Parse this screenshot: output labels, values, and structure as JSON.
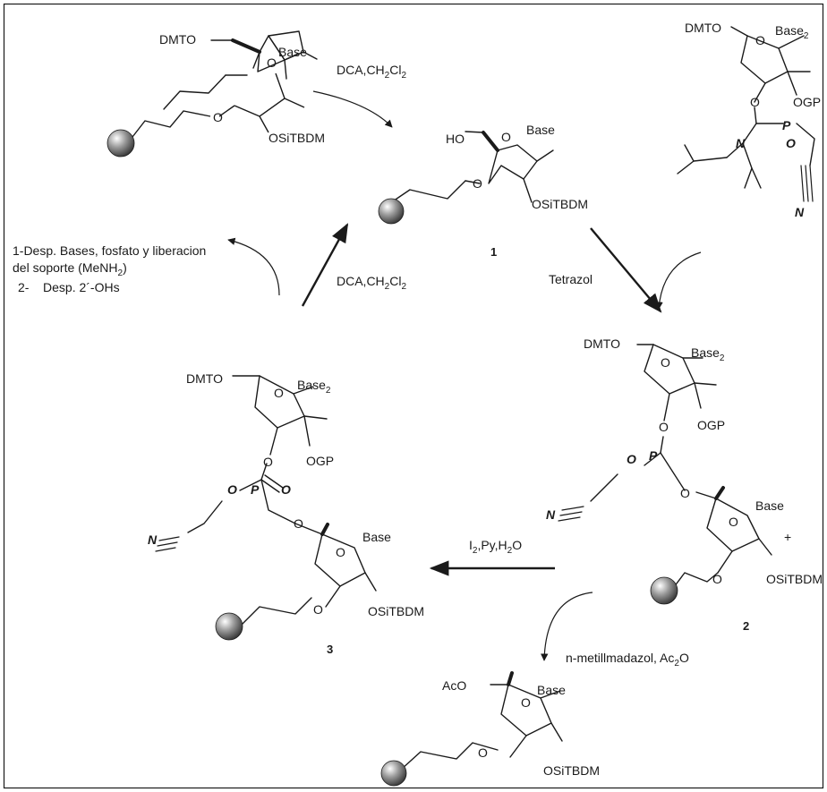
{
  "labels": {
    "dmto": "DMTO",
    "base": "Base",
    "base2_main": "Base",
    "base2_sub": "2",
    "osi": "OSiTBDM",
    "ho": "HO",
    "o": "O",
    "ogp": "OGP",
    "p": "P",
    "n": "N",
    "aco": "AcO",
    "plus": "+"
  },
  "compounds": {
    "c1": "1",
    "c2": "2",
    "c3": "3"
  },
  "reagents": {
    "dca_top": {
      "main": "DCA,CH",
      "sub1": "2",
      "mid": "Cl",
      "sub2": "2"
    },
    "dca_mid": {
      "main": "DCA,CH",
      "sub1": "2",
      "mid": "Cl",
      "sub2": "2"
    },
    "tetrazol": "Tetrazol",
    "iodine": {
      "i": "I",
      "isub": "2",
      "rest": ",Py,H",
      "hsub": "2",
      "end": "O"
    },
    "capping": {
      "main": "n-metillmadazol, Ac",
      "sub": "2",
      "end": "O"
    }
  },
  "deprotection": {
    "line1": "1-Desp. Bases, fosfato y liberacion",
    "line2_main": "del soporte (MeNH",
    "line2_sub": "2",
    "line2_end": ")",
    "line3": "2-    Desp. 2´-OHs"
  }
}
